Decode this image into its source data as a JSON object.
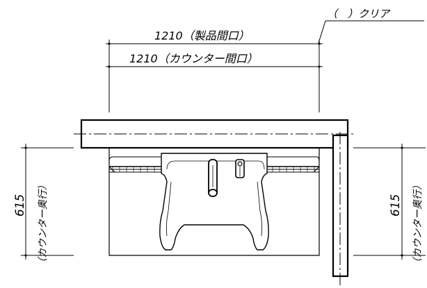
{
  "labels": {
    "clear_note": "（　）クリア",
    "product_opening": "1210（製品間口）",
    "counter_opening": "1210（カウンター間口）",
    "left_depth_value": "615",
    "left_depth_caption": "（カウンター奥行）",
    "right_depth_value": "615",
    "right_depth_caption": "（カウンター奥行）"
  }
}
